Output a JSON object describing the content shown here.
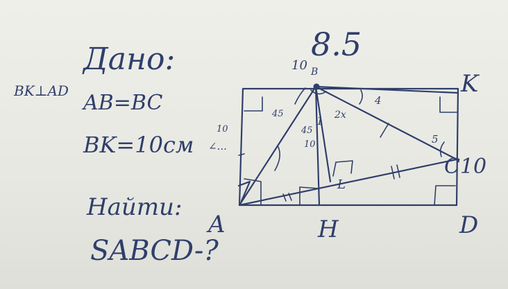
{
  "problem_number": "8.5",
  "given": {
    "title": "Дано:",
    "condition_1": "BK⊥AD",
    "condition_2": "AB=BC",
    "condition_3": "BK=10см",
    "condition_4": "∠...",
    "find_label": "Найти:",
    "find_value": "SABCD-?"
  },
  "figure_labels": {
    "A": "A",
    "B": "B",
    "K": "K",
    "C": "C10",
    "D": "D",
    "H": "H",
    "L": "L",
    "num_10_top": "10",
    "angle_45_a": "45",
    "angle_45_b": "45",
    "angle_2x": "2x",
    "num_4": "4",
    "num_5": "5",
    "num_10_side": "10",
    "num_10_mid": "10",
    "mark_1": "1"
  },
  "colors": {
    "ink": "#2f3f6b",
    "paper": "#e9e9e4"
  }
}
